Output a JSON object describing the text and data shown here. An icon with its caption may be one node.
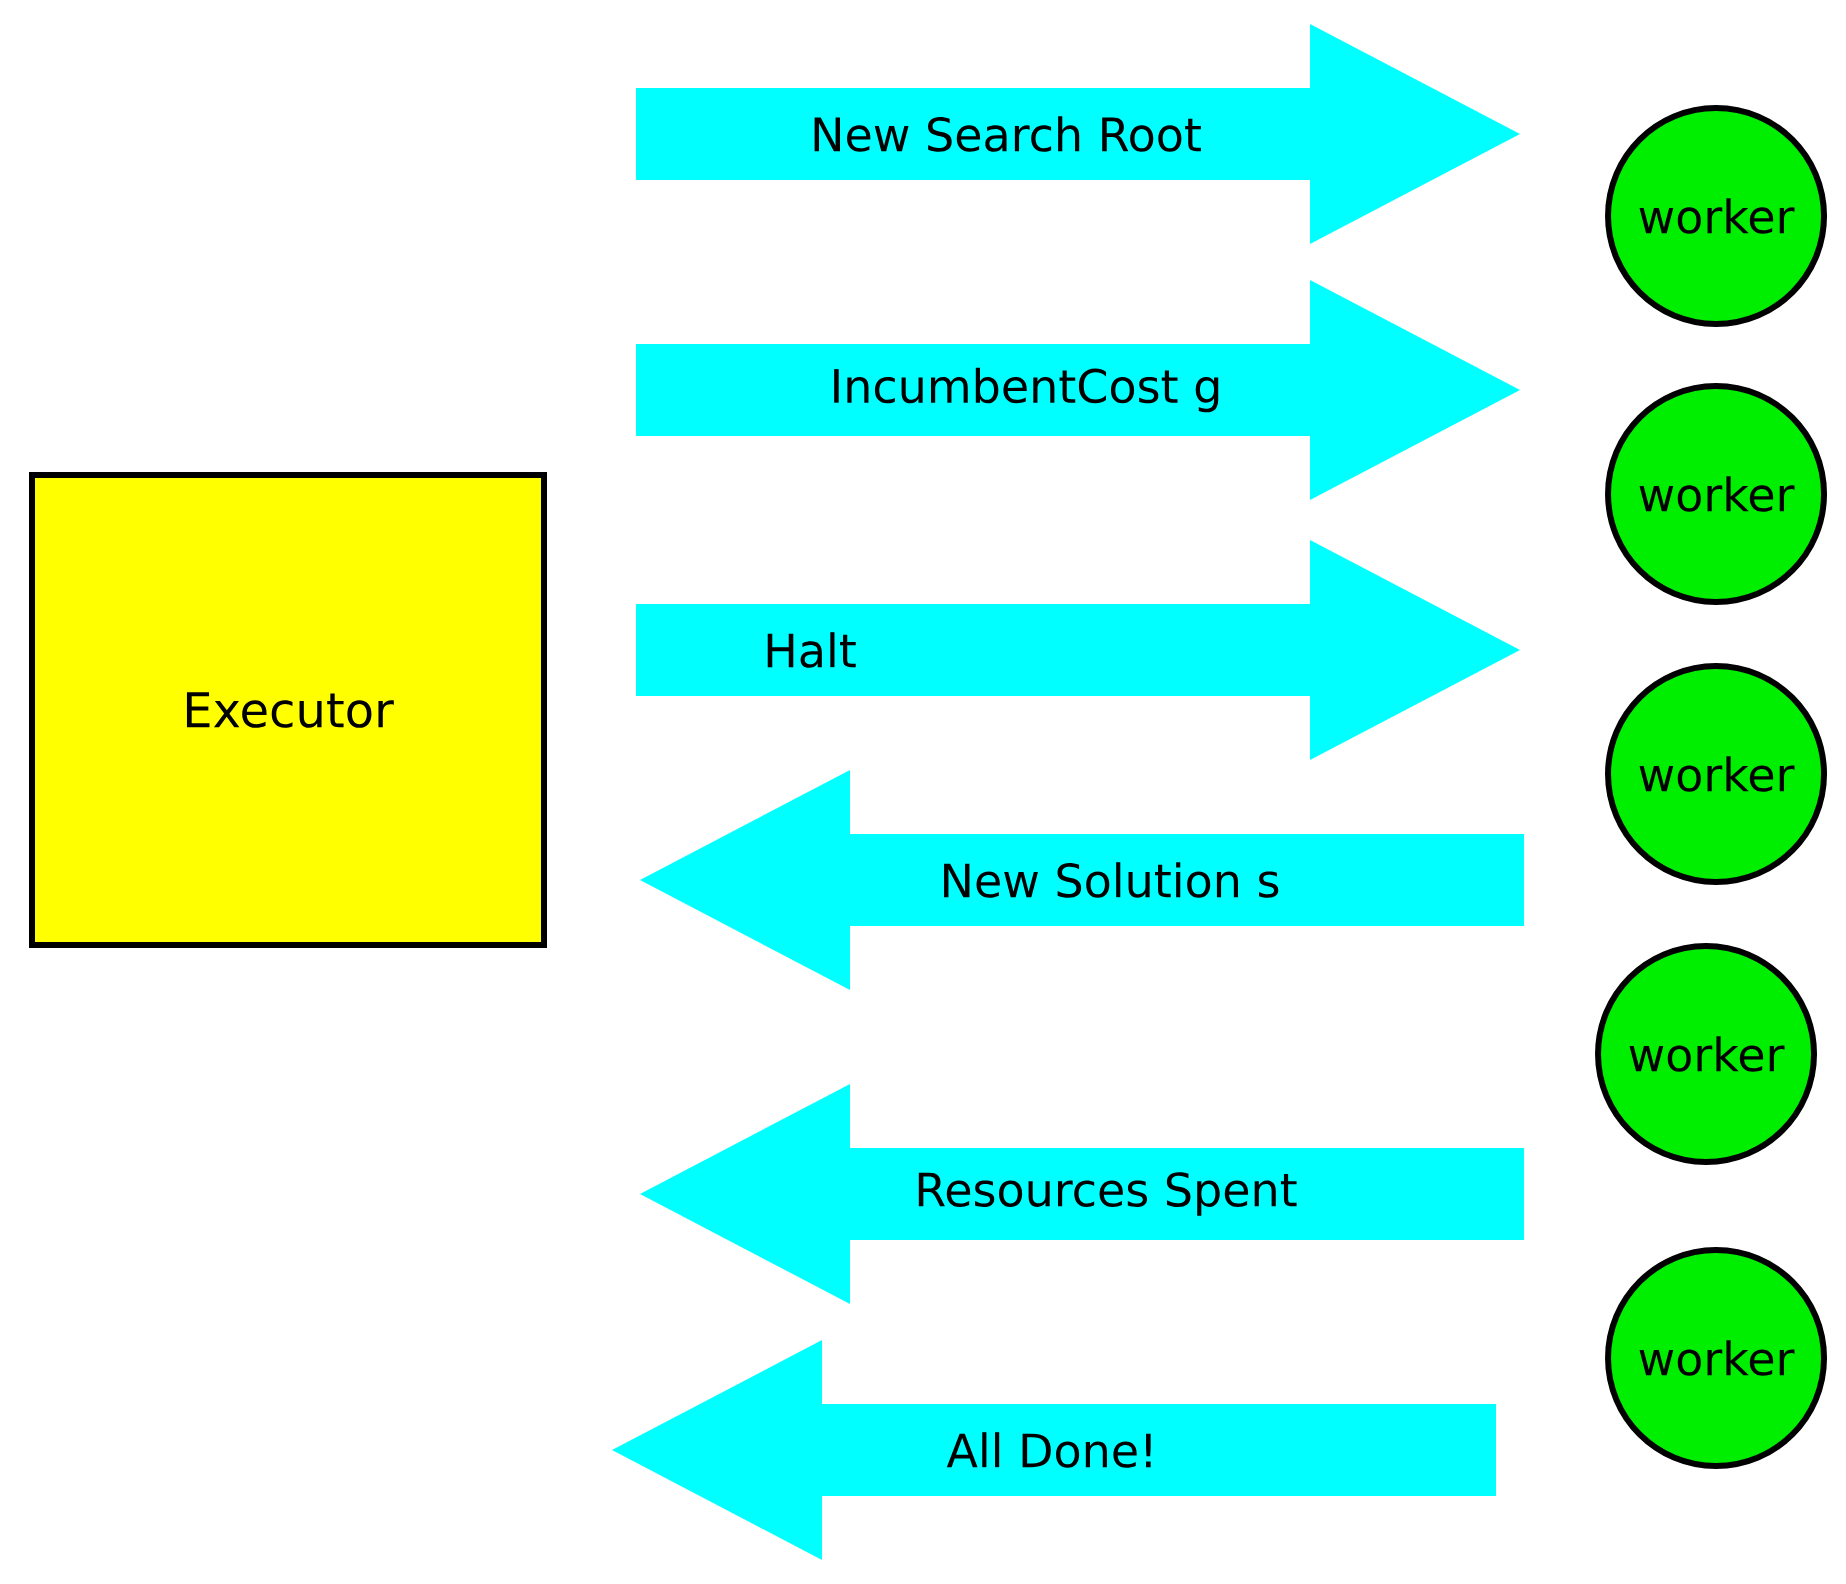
{
  "diagram": {
    "nodes": [
      {
        "text": [
          "Executor"
        ]
      },
      {
        "text": [
          "New Search Root"
        ]
      },
      {
        "text": [
          "IncumbentCost g"
        ]
      },
      {
        "text": [
          "Halt"
        ]
      },
      {
        "text": [
          "New Solution s"
        ]
      },
      {
        "text": [
          "Resources Spent"
        ]
      },
      {
        "text": [
          "All Done!"
        ]
      },
      {
        "text": [
          "worker"
        ]
      },
      {
        "text": [
          "worker"
        ]
      },
      {
        "text": [
          "worker"
        ]
      },
      {
        "text": [
          "worker"
        ]
      },
      {
        "text": [
          "worker"
        ]
      }
    ]
  }
}
